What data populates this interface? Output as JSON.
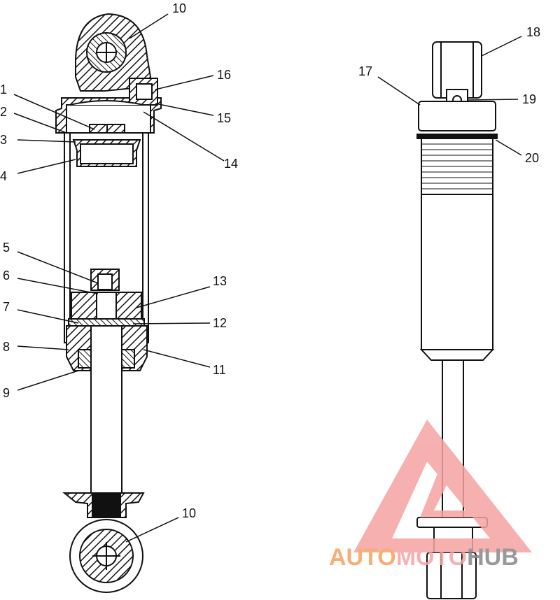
{
  "labels": {
    "l1": "1",
    "l2": "2",
    "l3": "3",
    "l4": "4",
    "l5": "5",
    "l6": "6",
    "l7": "7",
    "l8": "8",
    "l9": "9",
    "l10_top": "10",
    "l10_bottom": "10",
    "l11": "11",
    "l12": "12",
    "l13": "13",
    "l14": "14",
    "l15": "15",
    "l16": "16",
    "l17": "17",
    "l18": "18",
    "l19": "19",
    "l20": "20"
  },
  "watermark": {
    "part1": "AUTO",
    "part2": "MOTO",
    "part3": "HUB",
    "color_primary": "#f6a15d",
    "color_secondary": "#f5a3a3",
    "color_tertiary": "#888888"
  }
}
